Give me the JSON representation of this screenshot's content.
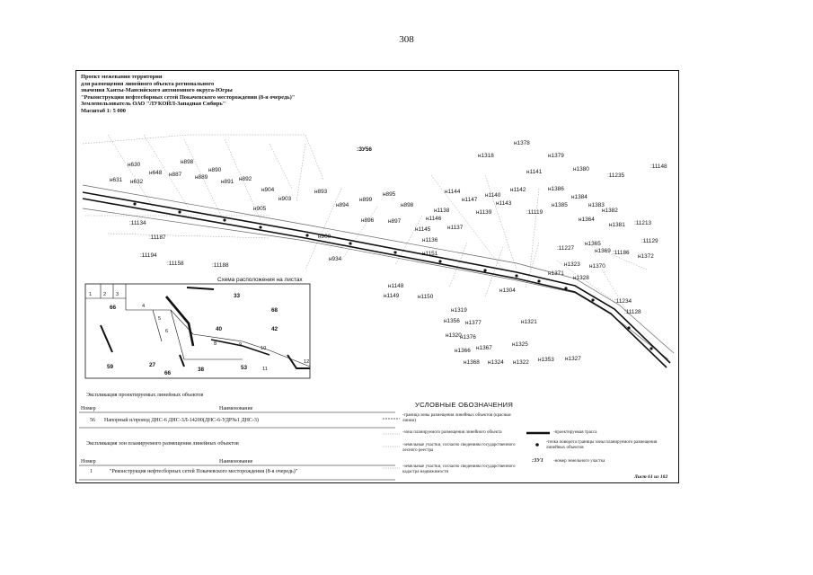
{
  "page_number": "308",
  "header": {
    "line1": "Проект межевания территории",
    "line2": "для размещения линейного объекта регионального",
    "line3": "значения Ханты-Мансийского автономного округа-Югры",
    "line4": "\"Реконструкция нефтесборных сетей Покачевского месторождения (8-я очередь)\"",
    "line5": "Землепользователь ОАО \"ЛУКОЙЛ-Западная Сибирь\"",
    "line6": "Масштаб 1: 5 000"
  },
  "main_map": {
    "zone_label": ":ЗУ56",
    "points": [
      "н1378",
      "н1318",
      "н1379",
      "н1141",
      "н1380",
      ":11235",
      ":11148",
      "н630",
      "н898",
      "н648",
      "н887",
      "н889",
      "н890",
      "н891",
      "н892",
      "н631",
      "н632",
      "н904",
      "н893",
      "н903",
      "н895",
      "н899",
      "н894",
      "н898",
      "н905",
      "н1144",
      "н1147",
      "н1140",
      "н1142",
      "н1386",
      "н1384",
      "н1143",
      "н1138",
      "н1139",
      ":11119",
      "н1385",
      "н1383",
      "н1382",
      "н1364",
      "н1381",
      ":11213",
      ":11134",
      "н896",
      "н897",
      "н1146",
      "н1145",
      "н1137",
      ":11187",
      "н900",
      "н1136",
      ":11227",
      "н1365",
      "н1369",
      ":11186",
      ":11129",
      "н1372",
      ":11194",
      ":11158",
      ":11188",
      "н934",
      "н1151",
      "н1323",
      "н1370",
      "н1371",
      "н1328",
      "н1148",
      "н1149",
      "н1150",
      "н1304",
      "н1319",
      "н1356",
      "н1377",
      "н1321",
      ":11234",
      ":11128",
      "н1320",
      "н1376",
      "н1366",
      "н1367",
      "н1325",
      "н1368",
      "н1324",
      "н1322",
      "н1353",
      "н1327"
    ]
  },
  "inset": {
    "title": "Схема расположения на листах",
    "sheets": [
      "1",
      "2",
      "3",
      "4",
      "5",
      "6",
      "7",
      "8",
      "9",
      "10",
      "11",
      "12",
      "27",
      "33",
      "38",
      "40",
      "42",
      "53",
      "59",
      "66",
      "66",
      "68"
    ]
  },
  "objects_table": {
    "title": "Экспликация проектируемых линейных объектов",
    "col_number": "Номер",
    "col_name": "Наименование",
    "row_number": "56",
    "row_name": "Напорный н/провод ДНС-6 ДНС-3Л-14200(ДНС-6-УДР№1 ДНС-3)"
  },
  "zones_table": {
    "title": "Экспликация зон планируемого размещения линейных объектов",
    "col_number": "Номер",
    "col_name": "Наименование",
    "row_number": "1",
    "row_name": "\"Реконструкция нефтесборных сетей Покачевского месторождения (8-я очередь)\""
  },
  "legend": {
    "title": "УСЛОВНЫЕ ОБОЗНАЧЕНИЯ",
    "items": [
      "-граница зоны размещения линейных объектов (красные линии)",
      "-зона планируемого размещения линейного объекта",
      "-земельные участки, согласно сведениям государственного лесного реестра",
      "-земельные участки, согласно сведениям государственного кадастра недвижимости",
      "-проектируемая трасса",
      "-точка поворота границы зоны планируемого размещения линейных объектов",
      "-номер земельного участка"
    ],
    "zu_symbol": ":ЗУ1"
  },
  "sheet_label": "Лист 61 из 102"
}
